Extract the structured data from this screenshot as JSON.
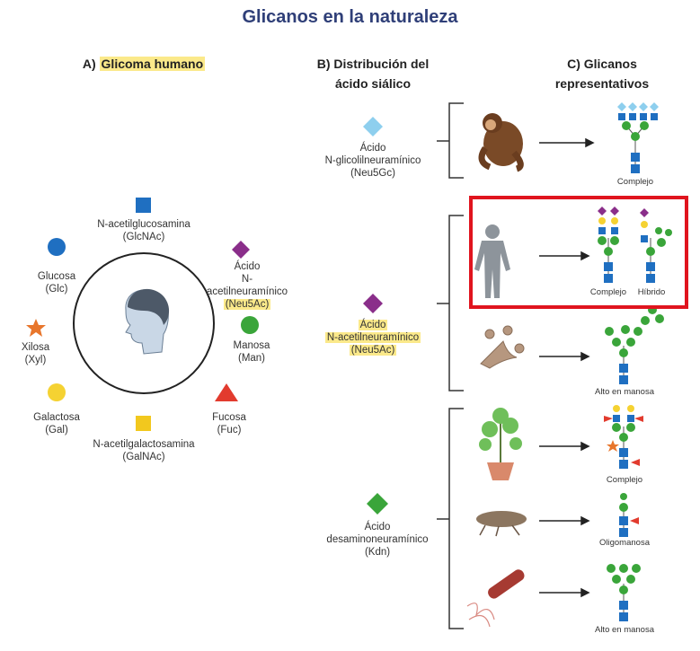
{
  "title": "Glicanos en la naturaleza",
  "section_a": {
    "prefix": "A)",
    "highlight": "Glicoma humano"
  },
  "section_b": {
    "line1": "B) Distribución del",
    "line2": "ácido siálico"
  },
  "section_c": {
    "line1": "C) Glicanos",
    "line2": "representativos"
  },
  "monosaccharides": {
    "glcnac": {
      "line1": "N-acetilglucosamina",
      "line2": "(GlcNAc)",
      "color": "#1f6fc1"
    },
    "neu5ac": {
      "line1": "Ácido",
      "line2": "N-acetilneuramínico",
      "line3": "(Neu5Ac)",
      "color": "#8a2e8a"
    },
    "man": {
      "line1": "Manosa",
      "line2": "(Man)",
      "color": "#3aa53a"
    },
    "fuc": {
      "line1": "Fucosa",
      "line2": "(Fuc)",
      "color": "#e23b2e"
    },
    "galnac": {
      "line1": "N-acetilgalactosamina",
      "line2": "(GalNAc)",
      "color": "#f2c81e"
    },
    "gal": {
      "line1": "Galactosa",
      "line2": "(Gal)",
      "color": "#f5d232"
    },
    "xyl": {
      "line1": "Xilosa",
      "line2": "(Xyl)",
      "color": "#e8762c"
    },
    "glc": {
      "line1": "Glucosa",
      "line2": "(Glc)",
      "color": "#1f6fc1"
    }
  },
  "sialic": {
    "neu5gc": {
      "line1": "Ácido",
      "line2": "N-glicolilneuramínico",
      "line3": "(Neu5Gc)",
      "color": "#8ecfee"
    },
    "neu5ac": {
      "line1": "Ácido",
      "line2": "N-acetilneuramínico",
      "line3": "(Neu5Ac)",
      "color": "#8a2e8a"
    },
    "kdn": {
      "line1": "Ácido",
      "line2": "desaminoneuramínico",
      "line3": "(Kdn)",
      "color": "#3aa53a"
    }
  },
  "glycan_labels": {
    "ape": "Complejo",
    "human_1": "Complejo",
    "human_2": "Híbrido",
    "fungus": "Alto en manosa",
    "plant": "Complejo",
    "insect": "Oligomanosa",
    "bacteria": "Alto en manosa"
  },
  "highlight_box_color": "#e0141e"
}
